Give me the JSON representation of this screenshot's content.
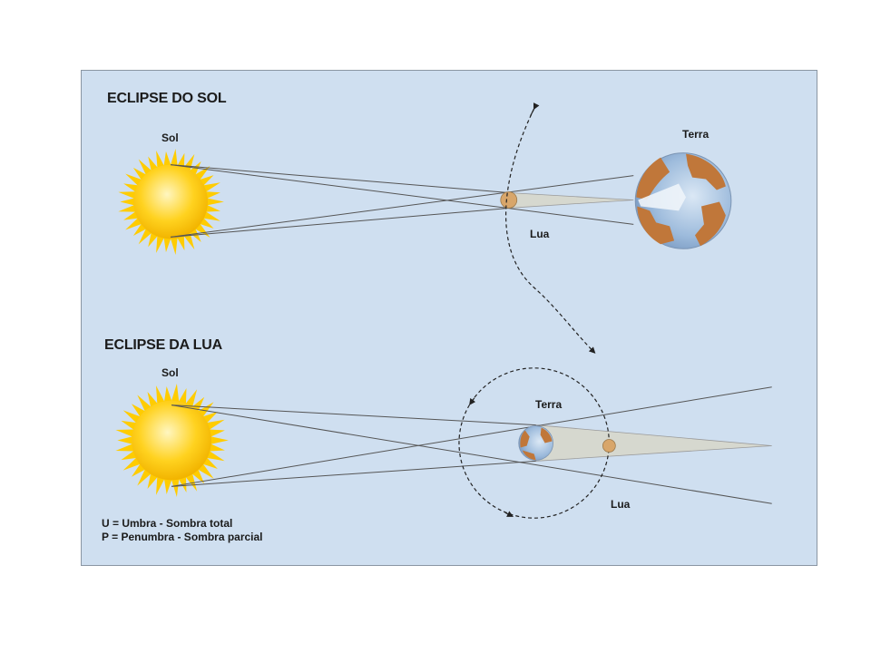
{
  "solar_eclipse": {
    "title": "ECLIPSE DO SOL",
    "sun_label": "Sol",
    "earth_label": "Terra",
    "moon_label": "Lua"
  },
  "lunar_eclipse": {
    "title": "ECLIPSE DA LUA",
    "sun_label": "Sol",
    "earth_label": "Terra",
    "moon_label": "Lua"
  },
  "legend": {
    "umbra": "U = Umbra - Sombra total",
    "penumbra": "P = Penumbra - Sombra parcial"
  },
  "colors": {
    "background": "#cfdff0",
    "sun": "#ffd21f",
    "earth_ocean": "#8fb1d6",
    "earth_land": "#c0773a",
    "moon": "#d8a66a",
    "shadow_cone": "#d6d8cf"
  }
}
